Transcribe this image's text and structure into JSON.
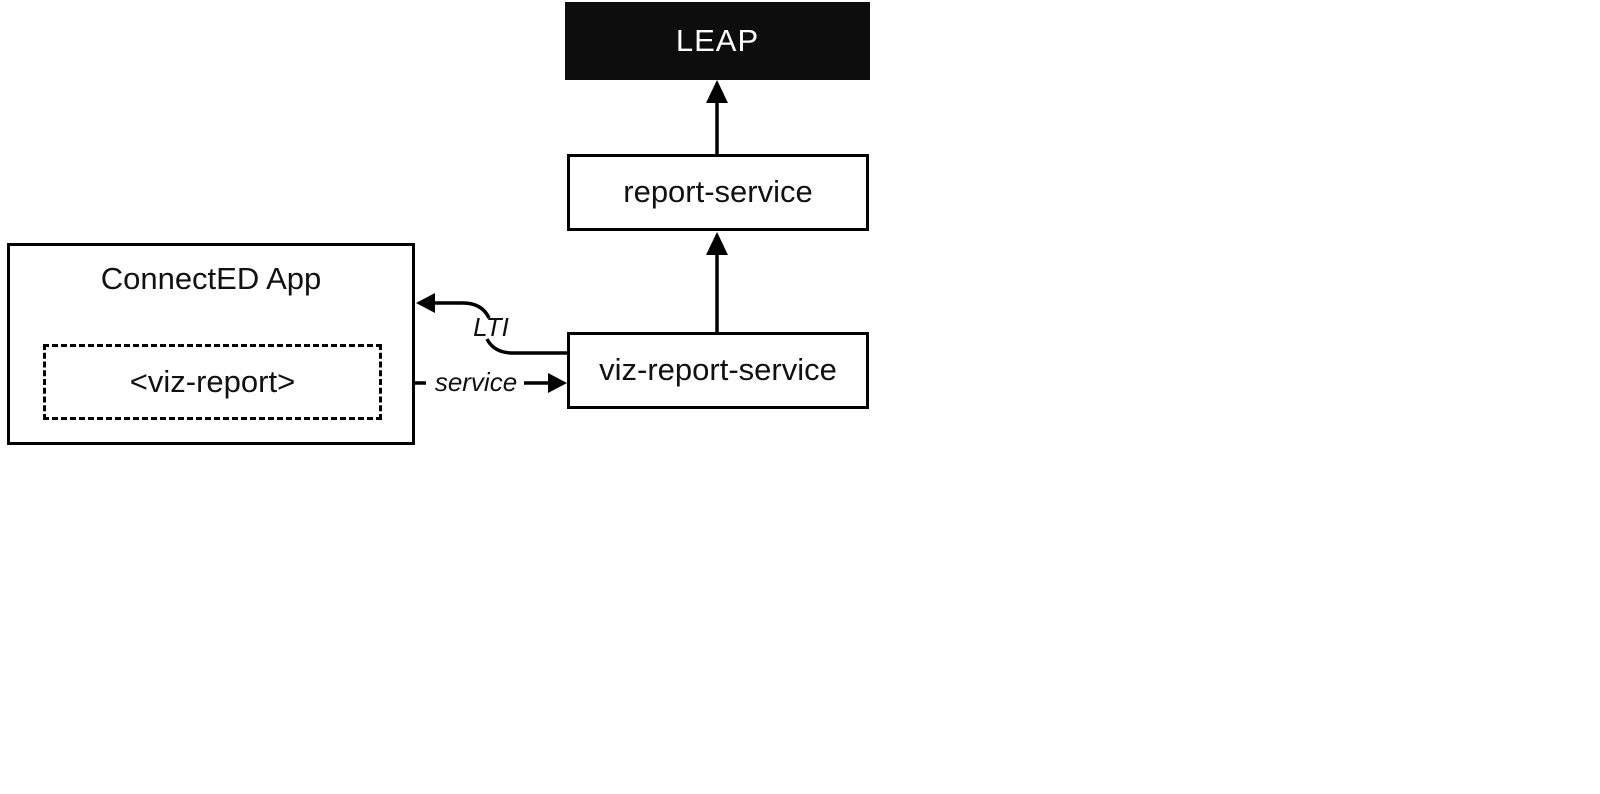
{
  "diagram": {
    "background_color": "#ffffff",
    "line_color": "#000000",
    "dark_node_fill": "#0d0d0d",
    "dark_node_text_color": "#ffffff",
    "nodes": {
      "leap": {
        "label": "LEAP",
        "style": "solid-black-fill"
      },
      "report_service": {
        "label": "report-service",
        "style": "white-box-solid-border"
      },
      "viz_report_service": {
        "label": "viz-report-service",
        "style": "white-box-solid-border"
      },
      "connected_app": {
        "label": "ConnectED App",
        "style": "white-box-solid-border"
      },
      "viz_report": {
        "label": "<viz-report>",
        "style": "white-box-dashed-border"
      }
    },
    "edges": [
      {
        "id": "report-to-leap",
        "from": "report-service",
        "to": "LEAP",
        "label": "",
        "direction": "up"
      },
      {
        "id": "viz-to-report",
        "from": "viz-report-service",
        "to": "report-service",
        "label": "",
        "direction": "up"
      },
      {
        "id": "lti",
        "from": "viz-report-service",
        "to": "ConnectED App",
        "label": "LTI",
        "direction": "left"
      },
      {
        "id": "service",
        "from": "<viz-report>",
        "to": "viz-report-service",
        "label": "service",
        "direction": "right"
      }
    ]
  }
}
